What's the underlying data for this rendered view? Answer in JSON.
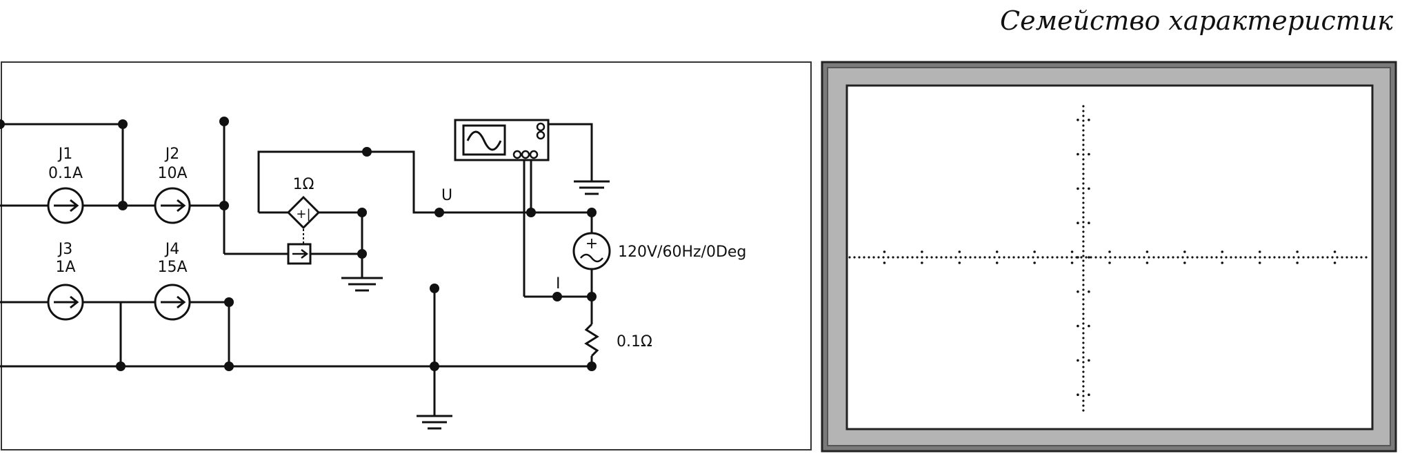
{
  "title": "Семейство характеристик",
  "circuit": {
    "sources": [
      {
        "name": "J1",
        "value": "0.1A"
      },
      {
        "name": "J2",
        "value": "10A"
      },
      {
        "name": "J3",
        "value": "1A"
      },
      {
        "name": "J4",
        "value": "15A"
      }
    ],
    "controlled_source_gain": "1Ω",
    "node_u": "U",
    "node_i": "I",
    "ac_source": "120V/60Hz/0Deg",
    "resistor": "0.1Ω",
    "ac_plus": "+"
  },
  "colors": {
    "line": "#111111",
    "scope_frame": "#6f6f6f",
    "scope_bevel": "#b0b0b0"
  }
}
